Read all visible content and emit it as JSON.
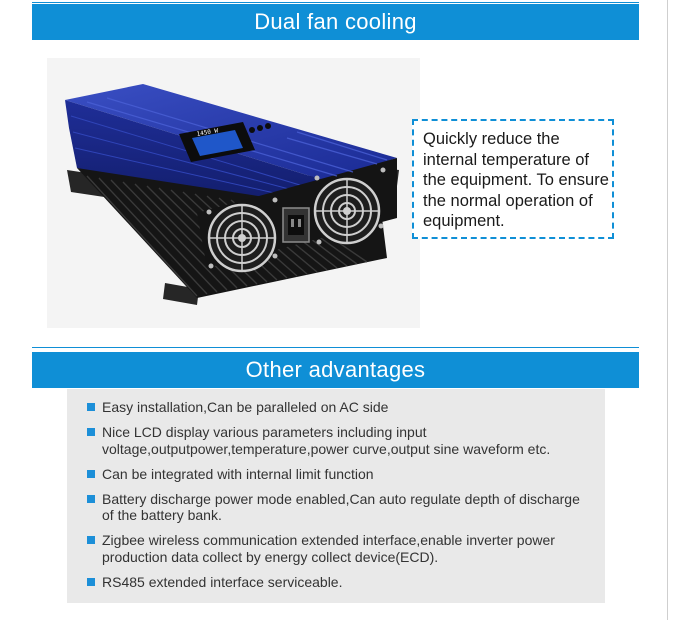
{
  "sections": {
    "cooling_title": "Dual fan cooling",
    "advantages_title": "Other advantages"
  },
  "product_image": {
    "description_icon": "dual-fan-grid-tie-inverter",
    "lcd_text": "1450 W",
    "colors": {
      "body": "#1d2fa0",
      "heatsink": "#1b1b1b",
      "fan_guard": "#b9b9b9"
    }
  },
  "callout": {
    "text": "Quickly reduce the internal temperature of the equipment. To ensure the normal operation of equipment."
  },
  "advantages": [
    "Easy installation,Can be paralleled on AC side",
    "Nice LCD display various parameters including input voltage,outputpower,temperature,power curve,output sine waveform etc.",
    "Can be integrated with internal limit function",
    "Battery discharge power mode enabled,Can auto regulate depth of discharge of the battery bank.",
    "Zigbee wireless communication extended interface,enable inverter power production data collect by energy collect device(ECD).",
    "RS485 extended interface serviceable."
  ],
  "colors": {
    "accent": "#0f8fd6",
    "panel_bg": "#e9e9e9",
    "bullet": "#1c8fd8"
  }
}
